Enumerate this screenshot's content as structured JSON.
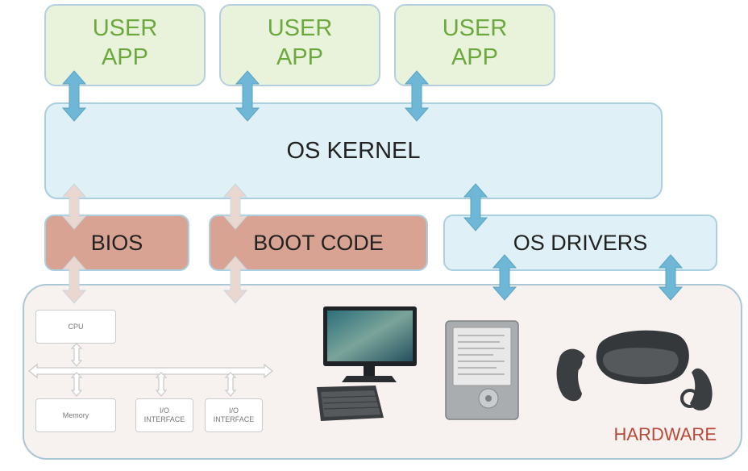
{
  "user_apps": [
    {
      "label": "USER\nAPP"
    },
    {
      "label": "USER\nAPP"
    },
    {
      "label": "USER\nAPP"
    }
  ],
  "kernel": {
    "label": "OS KERNEL"
  },
  "bios": {
    "label": "BIOS"
  },
  "boot_code": {
    "label": "BOOT CODE"
  },
  "os_drivers": {
    "label": "OS DRIVERS"
  },
  "hardware": {
    "label": "HARDWARE",
    "cpu": "CPU",
    "memory": "Memory",
    "io1": "I/O\nINTERFACE",
    "io2": "I/O\nINTERFACE"
  },
  "colors": {
    "app_fill": "#e9f3dc",
    "app_text": "#6ba83d",
    "kernel_fill": "#dff0f6",
    "firmware_fill": "#d8a393",
    "hardware_fill": "#f7f1ef",
    "hardware_text": "#b84a3a",
    "arrow_blue": "#6fb7d6",
    "arrow_pale": "#ead7cf"
  },
  "icons": [
    "monitor-icon",
    "keyboard-icon",
    "hard-drive-icon",
    "vr-headset-icon"
  ]
}
